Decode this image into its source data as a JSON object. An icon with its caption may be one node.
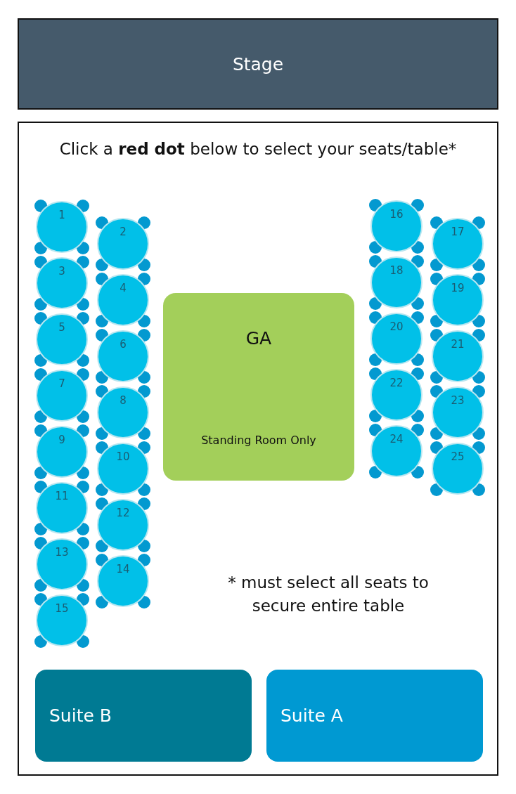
{
  "diagram": {
    "nodes": [
      {
        "text": [
          "Stage"
        ]
      },
      {
        "text": [
          "Click a **red dot** below to select your seats/table*"
        ]
      },
      {
        "text": [
          "1"
        ],
        "in": 1
      },
      {
        "text": [
          "2"
        ],
        "in": 1
      },
      {
        "text": [
          "3"
        ],
        "in": 1
      },
      {
        "text": [
          "4"
        ],
        "in": 1
      },
      {
        "text": [
          "5"
        ],
        "in": 1
      },
      {
        "text": [
          "6"
        ],
        "in": 1
      },
      {
        "text": [
          "7"
        ],
        "in": 1
      },
      {
        "text": [
          "8"
        ],
        "in": 1
      },
      {
        "text": [
          "9"
        ],
        "in": 1
      },
      {
        "text": [
          "10"
        ],
        "in": 1
      },
      {
        "text": [
          "11"
        ],
        "in": 1
      },
      {
        "text": [
          "12"
        ],
        "in": 1
      },
      {
        "text": [
          "13"
        ],
        "in": 1
      },
      {
        "text": [
          "14"
        ],
        "in": 1
      },
      {
        "text": [
          "15"
        ],
        "in": 1
      },
      {
        "text": [
          "16"
        ],
        "in": 1
      },
      {
        "text": [
          "17"
        ],
        "in": 1
      },
      {
        "text": [
          "18"
        ],
        "in": 1
      },
      {
        "text": [
          "19"
        ],
        "in": 1
      },
      {
        "text": [
          "20"
        ],
        "in": 1
      },
      {
        "text": [
          "21"
        ],
        "in": 1
      },
      {
        "text": [
          "22"
        ],
        "in": 1
      },
      {
        "text": [
          "23"
        ],
        "in": 1
      },
      {
        "text": [
          "24"
        ],
        "in": 1
      },
      {
        "text": [
          "25"
        ],
        "in": 1
      },
      {
        "text": [
          "GA",
          "Standing Room Only"
        ],
        "in": 1
      },
      {
        "text": [
          "Suite B"
        ],
        "in": 1
      },
      {
        "text": [
          "Suite A"
        ],
        "in": 1
      }
    ],
    "labels": [
      "* must select all seats to secure entire table"
    ]
  }
}
